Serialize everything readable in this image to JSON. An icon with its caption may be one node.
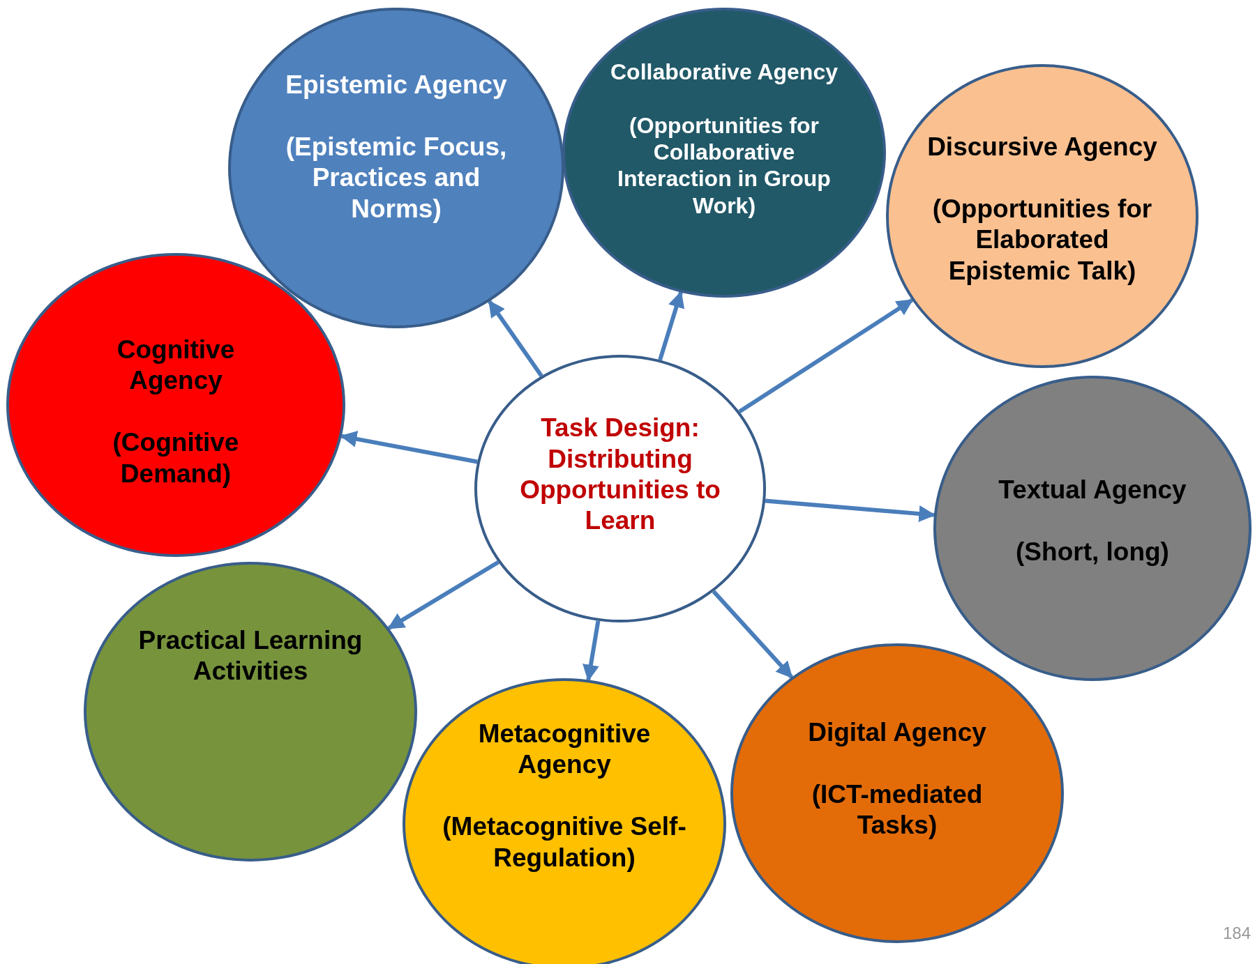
{
  "diagram": {
    "nodes": [
      {
        "text": [
          "Epistemic Agency",
          "(Epistemic Focus, Practices and Norms)"
        ]
      },
      {
        "text": [
          "Collaborative Agency",
          "(Opportunities for Collaborative Interaction in Group Work)"
        ]
      },
      {
        "text": [
          "Discursive Agency",
          "(Opportunities for Elaborated Epistemic Talk)"
        ]
      },
      {
        "text": [
          "Cognitive Agency",
          "(Cognitive Demand)"
        ]
      },
      {
        "text": [
          "Task Design: Distributing Opportunities to Learn"
        ]
      },
      {
        "text": [
          "Textual Agency",
          "(Short, long)"
        ]
      },
      {
        "text": [
          "Practical Learning Activities"
        ]
      },
      {
        "text": [
          "Digital Agency",
          "(ICT-mediated Tasks)"
        ]
      },
      {
        "text": [
          "Metacognitive Agency",
          "(Metacognitive Self-Regulation)"
        ]
      }
    ],
    "edges": [
      {
        "from": 4,
        "to": 0,
        "arrow": "to"
      },
      {
        "from": 4,
        "to": 1,
        "arrow": "to"
      },
      {
        "from": 4,
        "to": 2,
        "arrow": "to"
      },
      {
        "from": 4,
        "to": 3,
        "arrow": "to"
      },
      {
        "from": 4,
        "to": 5,
        "arrow": "to"
      },
      {
        "from": 4,
        "to": 6,
        "arrow": "to"
      },
      {
        "from": 4,
        "to": 8,
        "arrow": "to"
      },
      {
        "from": 4,
        "to": 7,
        "arrow": "to"
      }
    ],
    "labels": [
      "184"
    ]
  }
}
